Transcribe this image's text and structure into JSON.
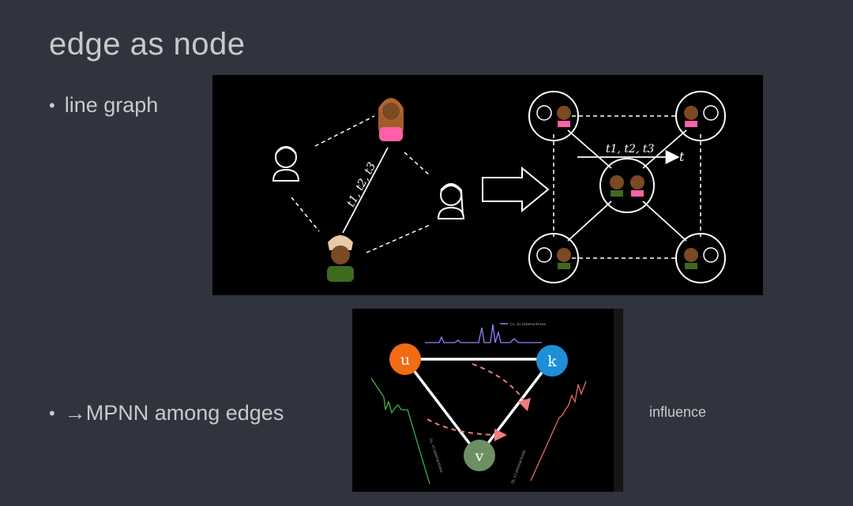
{
  "slide": {
    "title": "edge as node",
    "bullets": [
      {
        "text": "line graph"
      },
      {
        "text": "→MPNN among edges"
      }
    ],
    "side_label": "influence"
  },
  "top_diagram": {
    "edge_label": "t1, t2, t3",
    "timeline_label": "t1, t2, t3",
    "time_symbol": "t"
  },
  "bottom_diagram": {
    "nodes": {
      "u": "u",
      "k": "k",
      "v": "v"
    },
    "legend_uk": "(u, k) interactions",
    "legend_uv": "(u, v) interactions",
    "legend_kv": "(k, v) interactions",
    "colors": {
      "u": "#f26b15",
      "k": "#1c8fd6",
      "v": "#6e8f63",
      "uk_series": "#8a86ff",
      "uv_series": "#3fb34a",
      "kv_series": "#e86a6a",
      "arrow": "#f07c7c"
    }
  }
}
